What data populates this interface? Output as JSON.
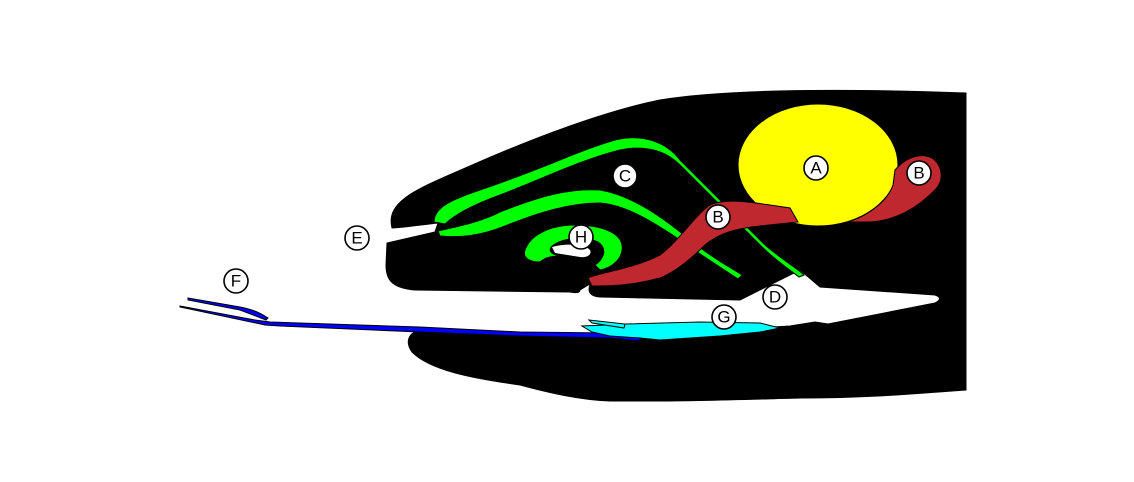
{
  "colors": {
    "background": "#ffffff",
    "body": "#000000",
    "region_a": "#ffff00",
    "region_b": "#c0282f",
    "region_c": "#00ff00",
    "region_f": "#0000ff",
    "region_g": "#00ffff",
    "outline": "#000000"
  },
  "labels": {
    "a": "A",
    "b": "B",
    "c": "C",
    "d": "D",
    "e": "E",
    "f": "F",
    "g": "G",
    "h": "H"
  }
}
